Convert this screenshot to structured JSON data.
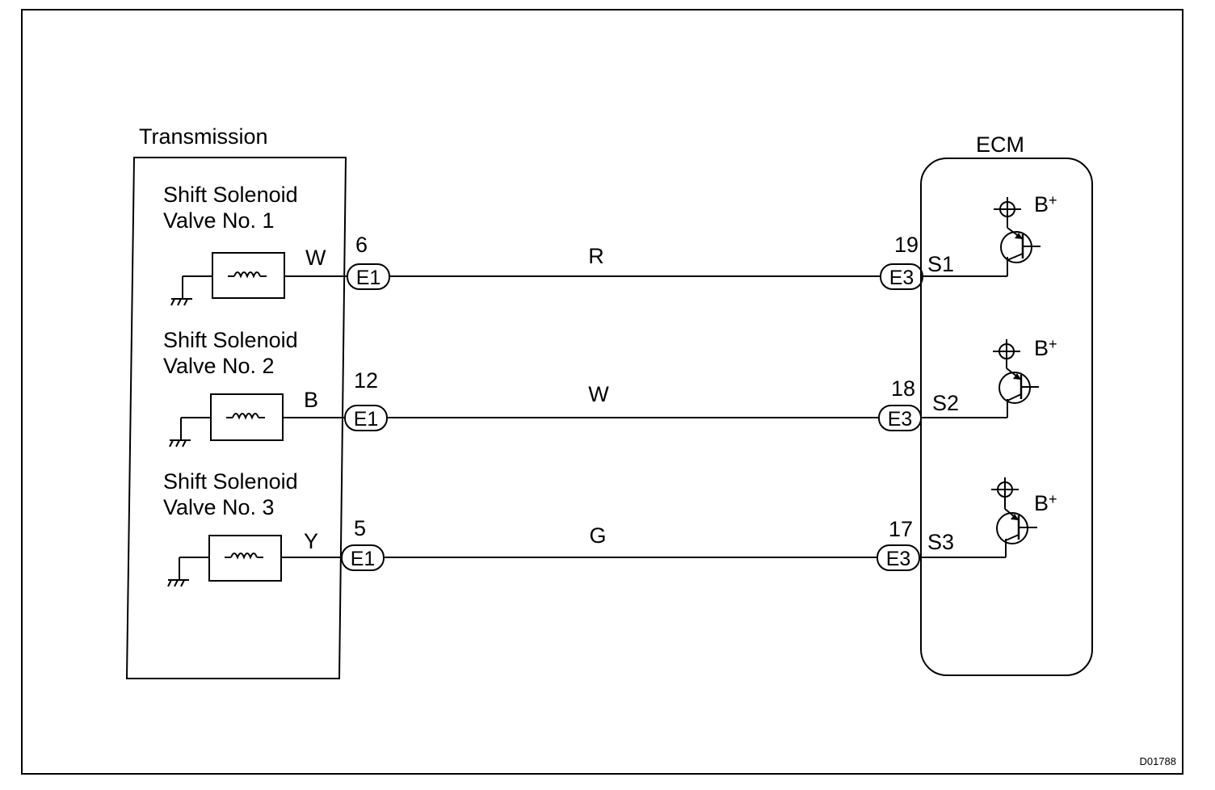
{
  "transmission": {
    "title": "Transmission",
    "valves": [
      {
        "line1": "Shift Solenoid",
        "line2": "Valve No. 1",
        "wire_color": "W",
        "pin": "6",
        "connector": "E1"
      },
      {
        "line1": "Shift Solenoid",
        "line2": "Valve No. 2",
        "wire_color": "B",
        "pin": "12",
        "connector": "E1"
      },
      {
        "line1": "Shift Solenoid",
        "line2": "Valve No. 3",
        "wire_color": "Y",
        "pin": "5",
        "connector": "E1"
      }
    ]
  },
  "harness": {
    "wire_colors": [
      "R",
      "W",
      "G"
    ]
  },
  "ecm": {
    "title": "ECM",
    "terminals": [
      {
        "pin": "19",
        "connector": "E3",
        "signal": "S1",
        "supply": "B",
        "supply_sup": "+"
      },
      {
        "pin": "18",
        "connector": "E3",
        "signal": "S2",
        "supply": "B",
        "supply_sup": "+"
      },
      {
        "pin": "17",
        "connector": "E3",
        "signal": "S3",
        "supply": "B",
        "supply_sup": "+"
      }
    ]
  },
  "figure_code": "D01788"
}
